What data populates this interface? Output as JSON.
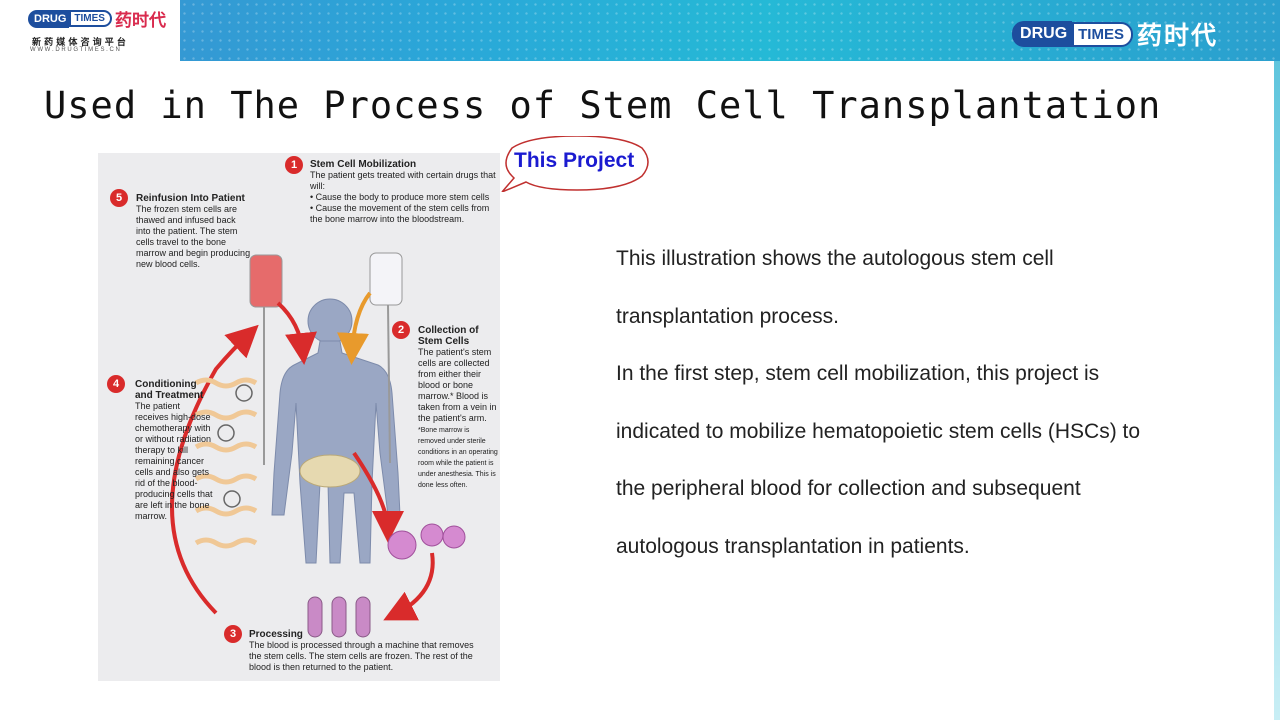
{
  "header": {
    "logo_left": {
      "pill_a": "DRUG",
      "pill_b": "TIMES",
      "cn_name": "药时代",
      "tagline": "新 药 媒 体 咨 询 平 台",
      "url": "W W W . D R U G T I M E S . C N"
    },
    "logo_right": {
      "pill_a": "DRUG",
      "pill_b": "TIMES",
      "cn_name": "药时代"
    }
  },
  "title": "Used in The Process of Stem Cell Transplantation",
  "callout": "This Project",
  "illustration": {
    "step1": {
      "num": "1",
      "title": "Stem Cell Mobilization",
      "body": "The patient gets treated with certain drugs that will:",
      "bullets": [
        "• Cause the body to produce more stem cells",
        "• Cause the movement of the stem cells from the bone marrow into the bloodstream."
      ]
    },
    "step2": {
      "num": "2",
      "title": "Collection of Stem Cells",
      "body": "The patient's stem cells are collected from either their blood or bone marrow.* Blood is taken from a vein in the patient's arm.",
      "note": "*Bone marrow is removed under sterile conditions in an operating room while the patient is under anesthesia. This is done less often."
    },
    "step3": {
      "num": "3",
      "title": "Processing",
      "body": "The blood is processed through a machine that removes the stem cells. The stem cells are frozen. The rest of the blood is then returned to the patient."
    },
    "step4": {
      "num": "4",
      "title": "Conditioning and Treatment",
      "body": "The patient receives high-dose chemotherapy with or without radiation therapy to kill remaining cancer cells and also gets rid of the blood-producing cells that are left in the bone marrow."
    },
    "step5": {
      "num": "5",
      "title": "Reinfusion Into Patient",
      "body": "The frozen stem cells are thawed and infused back into the patient. The stem cells travel to the bone marrow and begin producing new blood cells."
    }
  },
  "description": {
    "line1": "This illustration shows the autologous stem cell",
    "line2": "transplantation process.",
    "line3": "In the first step, stem cell mobilization, this project is",
    "line4": "indicated to mobilize hematopoietic stem cells (HSCs) to",
    "line5": "the peripheral blood for collection and subsequent",
    "line6": "autologous transplantation in patients."
  },
  "colors": {
    "accent_red": "#d92b2b",
    "callout_text": "#1b1bd0",
    "brand_blue": "#1d4e9e",
    "header_bar": "#2aa7d8"
  }
}
